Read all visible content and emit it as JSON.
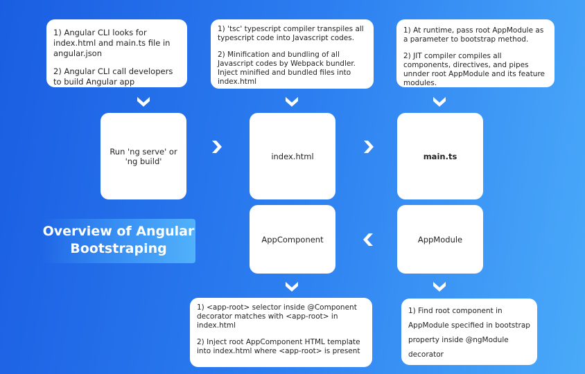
{
  "title": {
    "line1": "Overview of Angular",
    "line2": "Bootstraping"
  },
  "notes": [
    {
      "p1": "1) Angular CLI looks for index.html and main.ts file in angular.json",
      "p2": "2) Angular CLI call developers to build Angular app"
    },
    {
      "p1": "1) 'tsc' typescript compiler transpiles all typescript code into Javascript codes.",
      "p2": "2) Minification and bundling of all Javascript codes by Webpack bundler. Inject minified and bundled files into index.html"
    },
    {
      "p1": "1) At runtime, pass root AppModule as a parameter to bootstrap method.",
      "p2": "2) JIT compiler compiles all components, directives, and pipes unnder root AppModule and its feature modules."
    },
    {
      "p1": "1) <app-root> selector inside @Component decorator matches with <app-root> in index.html",
      "p2": "2) Inject root AppComponent HTML template into index.html where <app-root> is present"
    },
    {
      "p1": "1) Find root component in AppModule specified in bootstrap property inside @ngModule decorator"
    }
  ],
  "steps": {
    "serve": "Run 'ng serve' or 'ng build'",
    "index": "index.html",
    "main": "main.ts",
    "appcomponent": "AppComponent",
    "appmodule": "AppModule"
  }
}
